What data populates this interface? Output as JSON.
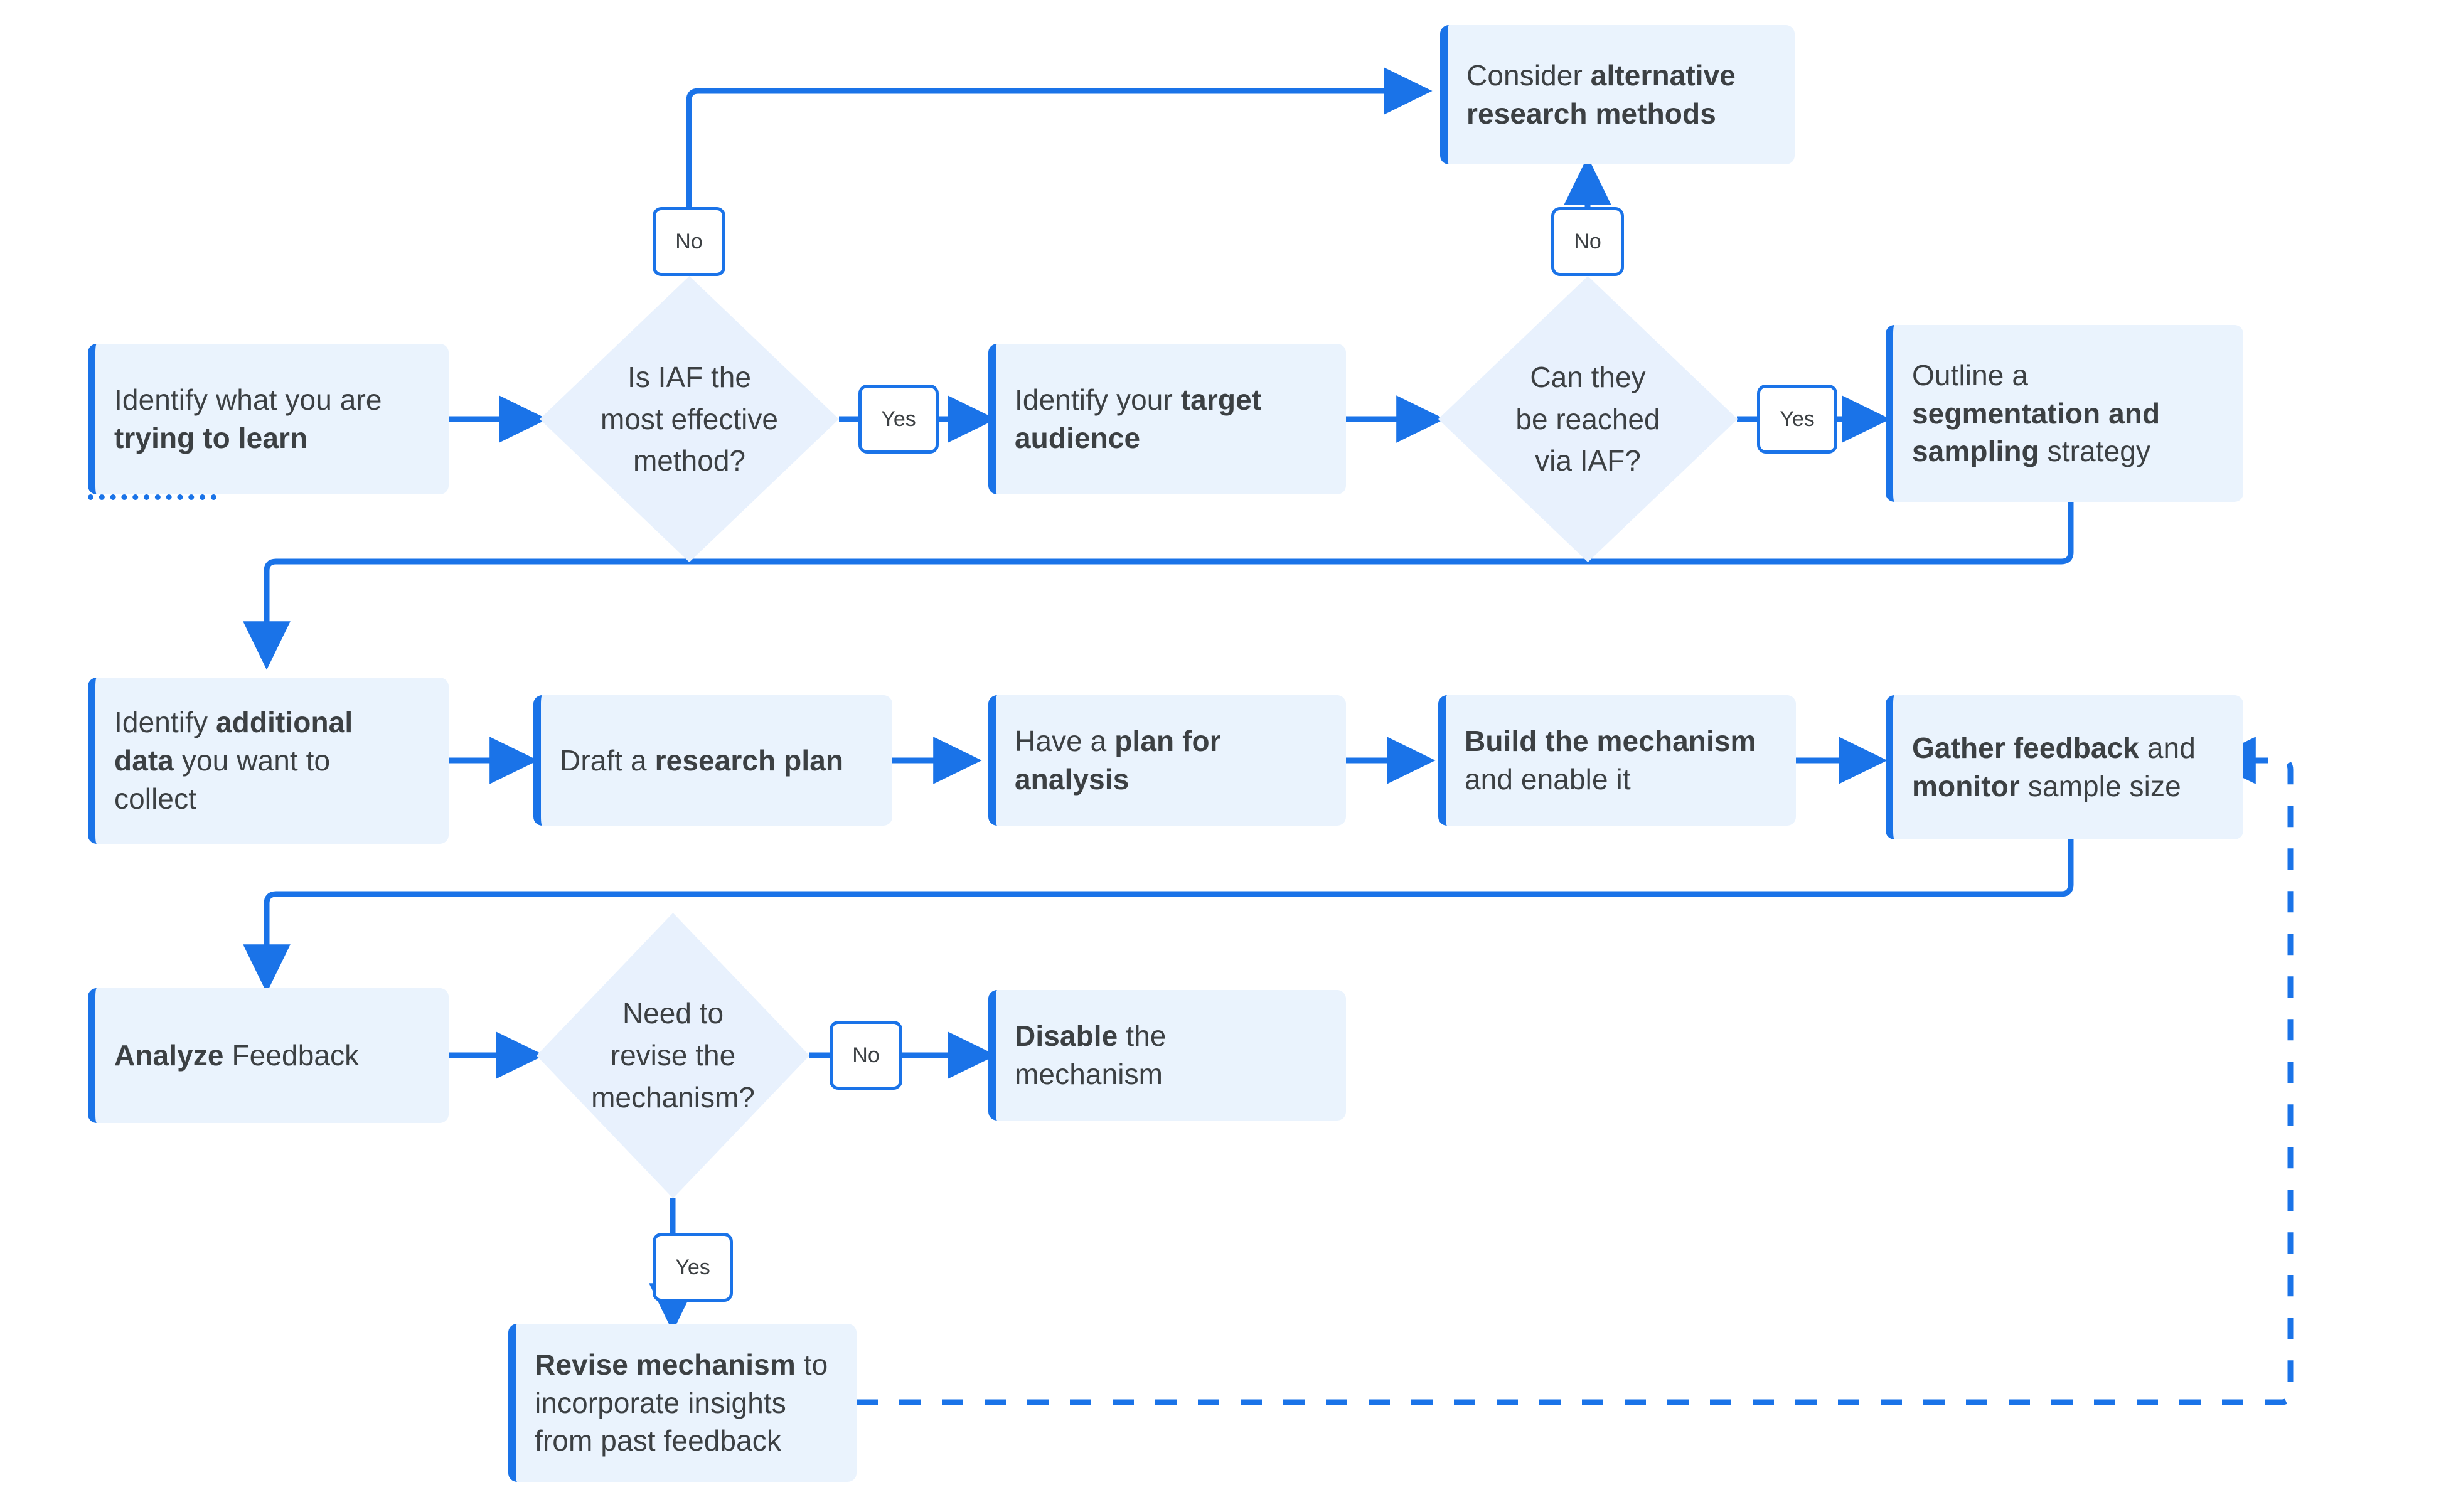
{
  "diagram": {
    "title": "IAF research mechanism flowchart",
    "colors": {
      "accent": "#1a73e8",
      "node_fill": "#eaf3fd",
      "diamond_fill": "#e8f1fd",
      "text": "#3c4043",
      "pill_fill": "#ffffff",
      "background": "#ffffff"
    }
  },
  "nodes": [
    {
      "id": "identify-learn",
      "kind": "process",
      "line1_plain": "Identify what you are",
      "line2_bold": "trying to learn"
    },
    {
      "id": "is-iaf-effective",
      "kind": "decision",
      "text": "Is IAF the most effective method?"
    },
    {
      "id": "consider-alternative",
      "kind": "process",
      "line1_plain": "Consider ",
      "line1_bold": "alternative",
      "line2_bold": "research methods"
    },
    {
      "id": "identify-audience",
      "kind": "process",
      "line1_plain": "Identify your ",
      "line1_bold": "target",
      "line2_bold": "audience"
    },
    {
      "id": "can-be-reached",
      "kind": "decision",
      "text": "Can they be reached via IAF?"
    },
    {
      "id": "outline-segmentation",
      "kind": "process",
      "line1_plain": "Outline a",
      "line2_bold": "segmentation and",
      "line3_bold": "sampling",
      "line3_plain": " strategy"
    },
    {
      "id": "identify-data",
      "kind": "process",
      "line1_plain": "Identify ",
      "line1_bold": "additional",
      "line2_bold": "data",
      "line2_plain": " you want to collect"
    },
    {
      "id": "draft-plan",
      "kind": "process",
      "line1_plain": "Draft a ",
      "line1_bold": "research plan"
    },
    {
      "id": "plan-analysis",
      "kind": "process",
      "line1_plain": "Have a ",
      "line1_bold": "plan for",
      "line2_bold": "analysis"
    },
    {
      "id": "build-mechanism",
      "kind": "process",
      "line1_bold": "Build the mechanism",
      "line2_plain": "and enable it"
    },
    {
      "id": "gather-feedback",
      "kind": "process",
      "line1_bold": "Gather feedback",
      "line1_plain": " and",
      "line2_bold": "monitor",
      "line2_plain": " sample size"
    },
    {
      "id": "analyze-feedback",
      "kind": "process",
      "line1_bold": "Analyze",
      "line1_plain": " Feedback"
    },
    {
      "id": "need-revise",
      "kind": "decision",
      "text": "Need to revise the mechanism?"
    },
    {
      "id": "disable-mechanism",
      "kind": "process",
      "line1_bold": "Disable",
      "line1_plain": " the",
      "line2_plain": "mechanism"
    },
    {
      "id": "revise-mechanism",
      "kind": "process",
      "line1_bold": "Revise mechanism",
      "line1_plain": " to",
      "line2_plain": "incorporate insights",
      "line3_plain": "from past feedback"
    }
  ],
  "labels": {
    "node_identify_learn_l1": "Identify what you are",
    "node_identify_learn_l2": "trying to learn",
    "node_is_iaf_l1": "Is IAF the",
    "node_is_iaf_l2": "most effective",
    "node_is_iaf_l3": "method?",
    "node_consider_l1a": "Consider ",
    "node_consider_l1b": "alternative",
    "node_consider_l2": "research methods",
    "node_audience_l1a": "Identify your ",
    "node_audience_l1b": "target",
    "node_audience_l2": "audience",
    "node_reached_l1": "Can they",
    "node_reached_l2": "be reached",
    "node_reached_l3": "via IAF?",
    "node_outline_l1": "Outline a",
    "node_outline_l2": "segmentation and",
    "node_outline_l3a": "sampling",
    "node_outline_l3b": " strategy",
    "node_data_l1a": "Identify ",
    "node_data_l1b": "additional",
    "node_data_l2a": "data",
    "node_data_l2b": " you want to",
    "node_data_l3": "collect",
    "node_draft_l1a": "Draft a ",
    "node_draft_l1b": "research plan",
    "node_analysisplan_l1a": "Have a ",
    "node_analysisplan_l1b": "plan for",
    "node_analysisplan_l2": "analysis",
    "node_build_l1": "Build the mechanism",
    "node_build_l2": "and enable it",
    "node_gather_l1a": "Gather feedback",
    "node_gather_l1b": " and",
    "node_gather_l2a": "monitor",
    "node_gather_l2b": " sample size",
    "node_analyze_l1a": "Analyze",
    "node_analyze_l1b": " Feedback",
    "node_revise_q_l1": "Need to",
    "node_revise_q_l2": "revise the",
    "node_revise_q_l3": "mechanism?",
    "node_disable_l1a": "Disable",
    "node_disable_l1b": " the",
    "node_disable_l2": "mechanism",
    "node_revise_l1a": "Revise mechanism",
    "node_revise_l1b": " to",
    "node_revise_l2": "incorporate insights",
    "node_revise_l3": "from past feedback"
  },
  "edge_labels": {
    "iaf_no": "No",
    "iaf_yes": "Yes",
    "reached_no": "No",
    "reached_yes": "Yes",
    "revise_no": "No",
    "revise_yes": "Yes"
  },
  "edges": [
    {
      "from": "identify-learn",
      "to": "is-iaf-effective",
      "label": "",
      "style": "solid"
    },
    {
      "from": "is-iaf-effective",
      "to": "consider-alternative",
      "label": "No",
      "style": "solid"
    },
    {
      "from": "is-iaf-effective",
      "to": "identify-audience",
      "label": "Yes",
      "style": "solid"
    },
    {
      "from": "identify-audience",
      "to": "can-be-reached",
      "label": "",
      "style": "solid"
    },
    {
      "from": "can-be-reached",
      "to": "consider-alternative",
      "label": "No",
      "style": "solid"
    },
    {
      "from": "can-be-reached",
      "to": "outline-segmentation",
      "label": "Yes",
      "style": "solid"
    },
    {
      "from": "outline-segmentation",
      "to": "identify-data",
      "label": "",
      "style": "solid"
    },
    {
      "from": "identify-data",
      "to": "draft-plan",
      "label": "",
      "style": "solid"
    },
    {
      "from": "draft-plan",
      "to": "plan-analysis",
      "label": "",
      "style": "solid"
    },
    {
      "from": "plan-analysis",
      "to": "build-mechanism",
      "label": "",
      "style": "solid"
    },
    {
      "from": "build-mechanism",
      "to": "gather-feedback",
      "label": "",
      "style": "solid"
    },
    {
      "from": "gather-feedback",
      "to": "analyze-feedback",
      "label": "",
      "style": "solid"
    },
    {
      "from": "analyze-feedback",
      "to": "need-revise",
      "label": "",
      "style": "solid"
    },
    {
      "from": "need-revise",
      "to": "disable-mechanism",
      "label": "No",
      "style": "solid"
    },
    {
      "from": "need-revise",
      "to": "revise-mechanism",
      "label": "Yes",
      "style": "solid"
    },
    {
      "from": "revise-mechanism",
      "to": "gather-feedback",
      "label": "",
      "style": "dotted"
    }
  ]
}
